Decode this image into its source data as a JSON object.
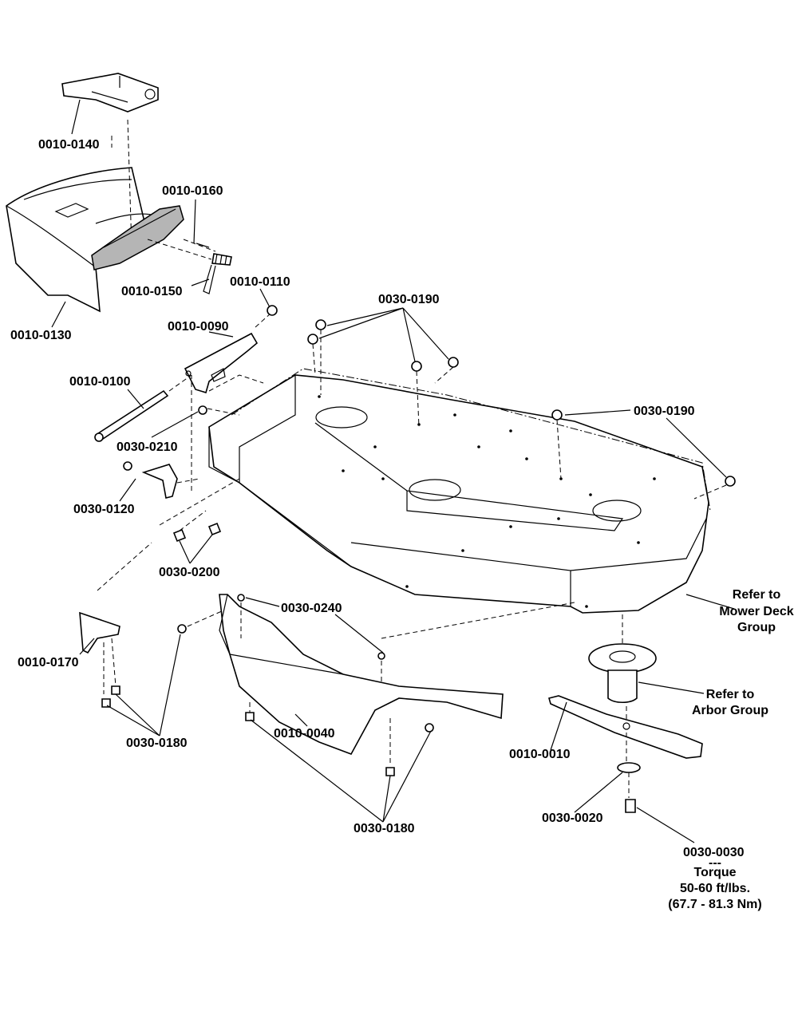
{
  "labels": {
    "p0010_0140": "0010-0140",
    "p0010_0160": "0010-0160",
    "p0010_0150": "0010-0150",
    "p0010_0110": "0010-0110",
    "p0010_0130": "0010-0130",
    "p0010_0090": "0010-0090",
    "p0030_0190_a": "0030-0190",
    "p0010_0100": "0010-0100",
    "p0030_0190_b": "0030-0190",
    "p0030_0210": "0030-0210",
    "p0030_0120": "0030-0120",
    "p0030_0200": "0030-0200",
    "p0030_0240": "0030-0240",
    "p0010_0170": "0010-0170",
    "p0010_0040": "0010-0040",
    "p0030_0180_a": "0030-0180",
    "p0030_0180_b": "0030-0180",
    "p0010_0010": "0010-0010",
    "p0030_0020": "0030-0020",
    "p0030_0030": "0030-0030"
  },
  "notes": {
    "mower_deck": [
      "Refer to",
      "Mower Deck",
      "Group"
    ],
    "arbor": [
      "Refer to",
      "Arbor Group"
    ],
    "torque": [
      "---",
      "Torque",
      "50-60 ft/lbs.",
      "(67.7 - 81.3 Nm)"
    ]
  }
}
